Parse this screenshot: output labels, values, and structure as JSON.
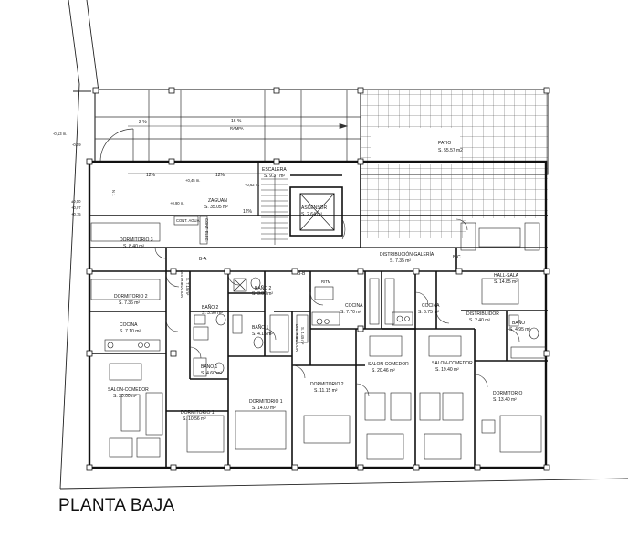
{
  "title": "PLANTA BAJA",
  "levels": {
    "l1": "-0,13 m.",
    "l2": "-0,09",
    "l3": "±0,00",
    "l4": "+0,07",
    "l5": "+0,15",
    "l6": "+0,45 m.",
    "l7": "+0,90 m.",
    "l8": "+0,62 m."
  },
  "slopes": {
    "s1": "2 %",
    "s2": "16 %",
    "s3": "12%",
    "s4": "12%",
    "s5": "12%",
    "rampa": "RAMPA"
  },
  "rooms": {
    "patio": {
      "name": "PATIO",
      "area": "S. 55.57 m2"
    },
    "escalera": {
      "name": "ESCALERA",
      "area": "S. 9.37 m²"
    },
    "ascensor": {
      "name": "ASCENSOR",
      "area": "S. 2.64 m²"
    },
    "zaguan": {
      "name": "ZAGUAN",
      "area": "S. 35.05 m²"
    },
    "cont_agua": {
      "name": "CONT. AGUA"
    },
    "cont_elec": {
      "name": "CONT. ELEC."
    },
    "distribucion_galeria": {
      "name": "DISTRIBUCIÓN-GALERÍA",
      "area": "S. 7.35 m²"
    },
    "dormitorio3": {
      "name": "DORMITORIO 3",
      "area": "S. 8.40 m²"
    },
    "dormitorio2_a": {
      "name": "DORMITORIO 2",
      "area": "S. 7.36 m²"
    },
    "distribucion_a": {
      "name": "DISTRIBUCION",
      "area": "S. 7.15 m²"
    },
    "cocina_a": {
      "name": "COCINA",
      "area": "S. 7.10 m²"
    },
    "salon_a": {
      "name": "SALON-COMEDOR",
      "area": "S. 20.00 m²"
    },
    "bano2_a": {
      "name": "BAÑO 2",
      "area": "S. 3.90 m²"
    },
    "bano1_a": {
      "name": "BAÑO 1",
      "area": "S. 4.60 m²"
    },
    "dormitorio1_a": {
      "name": "DORMITORIO 1",
      "area": "S. 10.56 m²"
    },
    "bano2_b": {
      "name": "BAÑO 2",
      "area": "S. 3.80 m²"
    },
    "bano1_b": {
      "name": "BAÑO 1",
      "area": "S. 4.15 m²"
    },
    "distribuidor_b": {
      "name": "DISTRIBUIDOR",
      "area": "S. 4.45 m²"
    },
    "dormitorio1_b": {
      "name": "DORMITORIO 1",
      "area": "S. 14.00 m²"
    },
    "dormitorio2_b": {
      "name": "DORMITORIO 2",
      "area": "S. 11.15 m²"
    },
    "ritm": {
      "name": "RITM"
    },
    "cocina_b": {
      "name": "COCINA",
      "area": "S. 7.70 m²"
    },
    "salon_b": {
      "name": "SALON-COMEDOR",
      "area": "S. 20.46 m²"
    },
    "cocina_c": {
      "name": "COCINA",
      "area": "S. 6.75 m²"
    },
    "salon_c": {
      "name": "SALON-COMEDOR",
      "area": "S. 19.40 m²"
    },
    "hall_sala": {
      "name": "HALL-SALA",
      "area": "S. 14.85 m²"
    },
    "distribuidor_c": {
      "name": "DISTRIBUIDOR",
      "area": "S. 2.40 m²"
    },
    "bano_c": {
      "name": "BAÑO",
      "area": "S. 4.95 m²"
    },
    "dormitorio_c": {
      "name": "DORMITORIO",
      "area": "S. 13.40 m²"
    }
  },
  "sections": {
    "ba": "B-A",
    "bb": "B-B",
    "bc": "B-C",
    "n1": "N 1"
  }
}
